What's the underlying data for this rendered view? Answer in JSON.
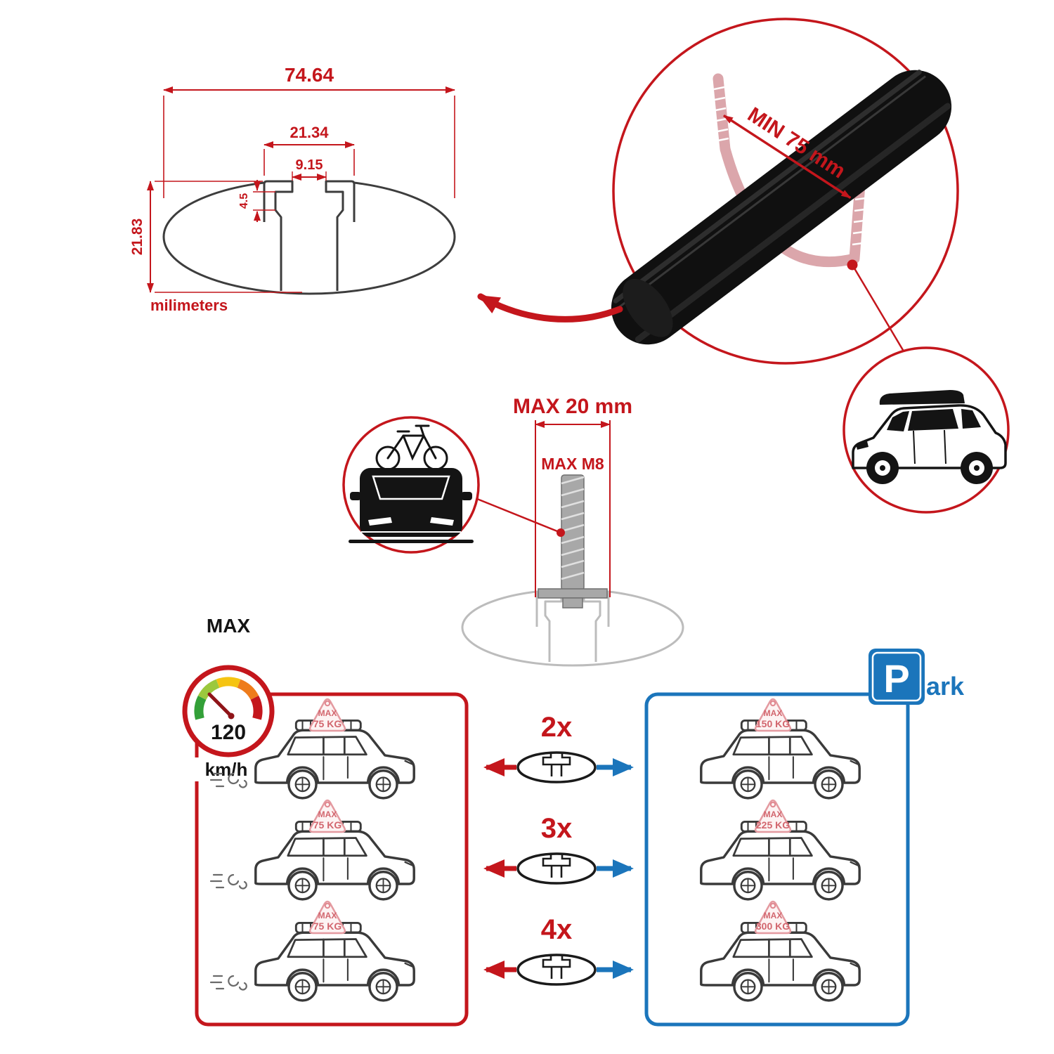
{
  "colors": {
    "red": "#c4161c",
    "blue": "#1b75bb",
    "dark": "#141414",
    "badge_pink": "#d2666e"
  },
  "dimension_diagram": {
    "total_width": "74.64",
    "channel_width": "21.34",
    "slot_width": "9.15",
    "lip_depth": "4.5",
    "total_height": "21.83",
    "unit_label": "milimeters"
  },
  "crossbar_detail": {
    "min_span_label": "MIN 75 mm"
  },
  "bolt_detail": {
    "max_width_label": "MAX 20 mm",
    "max_thread_label": "MAX M8"
  },
  "speed_limit": {
    "label": "MAX",
    "value": "120",
    "unit": "km/h"
  },
  "park_sign": {
    "letter": "P",
    "suffix": "ark"
  },
  "capacity": {
    "left_cars": [
      {
        "max": "MAX",
        "kg": "75 KG"
      },
      {
        "max": "MAX",
        "kg": "75 KG"
      },
      {
        "max": "MAX",
        "kg": "75 KG"
      }
    ],
    "rows": [
      {
        "count": "2x"
      },
      {
        "count": "3x"
      },
      {
        "count": "4x"
      }
    ],
    "right_cars": [
      {
        "max": "MAX",
        "kg": "150 KG"
      },
      {
        "max": "MAX",
        "kg": "225 KG"
      },
      {
        "max": "MAX",
        "kg": "300 KG"
      }
    ]
  }
}
